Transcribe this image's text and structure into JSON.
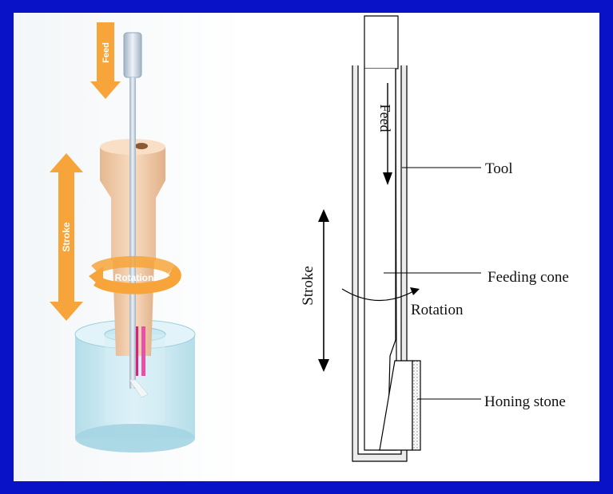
{
  "left_figure": {
    "feed_label": "Feed",
    "stroke_label": "Stroke",
    "rotation_label": "Rotation",
    "colors": {
      "arrow": "#f7a53a",
      "body": "#efc9a4",
      "tool": "#c7d4df",
      "cylinder": "#bfe4ee",
      "stone": "#e0218a"
    }
  },
  "right_figure": {
    "feed_label": "Feed",
    "stroke_label": "Stroke",
    "rotation_label": "Rotation",
    "callouts": {
      "tool": "Tool",
      "feeding_cone": "Feeding cone",
      "honing_stone": "Honing stone"
    }
  }
}
